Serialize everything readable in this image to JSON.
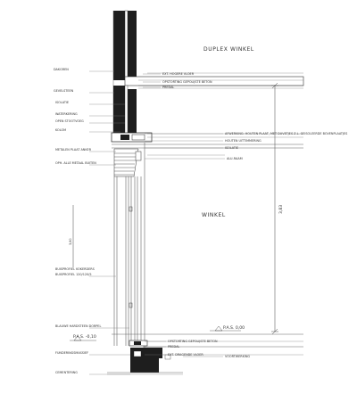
{
  "title": "DUPLEX WINKEL",
  "room_label": "WINKEL",
  "levels": {
    "upper": "P.A.S. 0,00",
    "lower": "P.A.S. -0,10"
  },
  "dimensions": {
    "main_height": "3,83",
    "ref_height": "3,60"
  },
  "left_labels": [
    "DAKGREN",
    "GEVELSTEEN",
    "ISOLATIE",
    "WATERKERING",
    "OPEN STOOTVOEG",
    "KOLOM",
    "METALEN PLAAT ANKER",
    "OPH. ALLE METAAL BUITEN",
    "BUISPROFIEL KOKERDERS",
    "BUISPROFIEL 120/120/5",
    "BLAUWE HARDSTEEN DORPEL",
    "P.A.S. -0,10",
    "FUNDERINGSMASSIEF",
    "CEMENTERING"
  ],
  "right_labels": [
    "EXT. HOGERE VLOER",
    "OPSTORTING GEPOLIJSTE BETON",
    "PREDAL",
    "AFWERKING: HOUTEN PLAAT, MET DUVETJES Z.L. GEISOLEERDE BOVENPLAATJES",
    "HOUTEN UITTIMMERING",
    "ISOLATIE",
    "ALU-RAAM",
    "OPSTORTING GEPOLIJSTE BETON",
    "PREDAL",
    "EXT. DRAGENDE VLOER",
    "VOORTWERKING"
  ]
}
